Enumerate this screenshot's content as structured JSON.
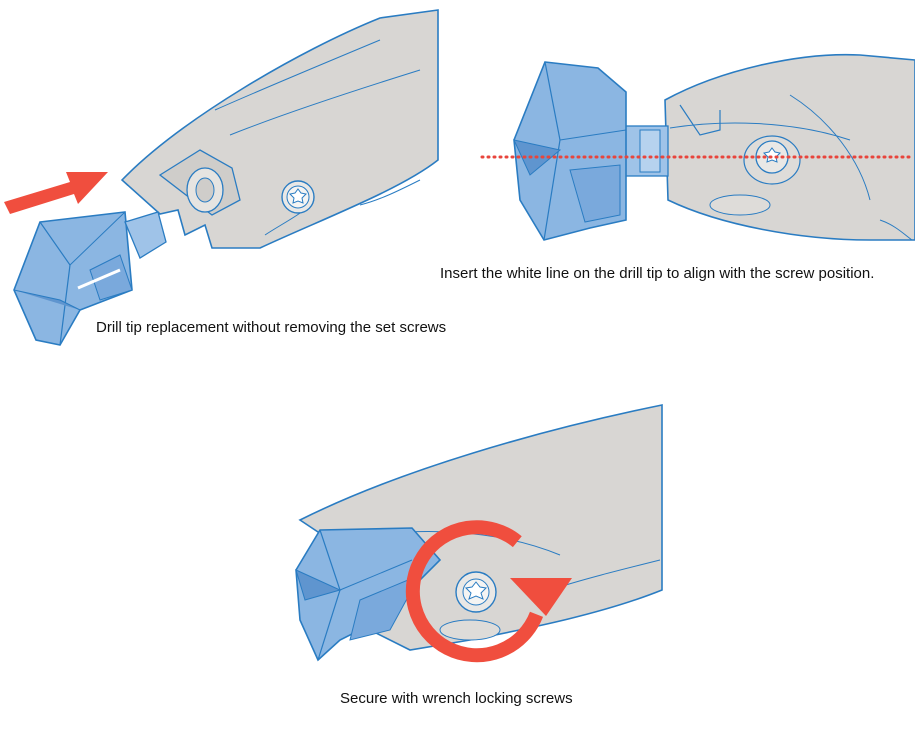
{
  "panels": [
    {
      "id": "panel-1",
      "caption": "Drill tip replacement without removing the set screws"
    },
    {
      "id": "panel-2",
      "caption": "Insert the white line on the drill tip to align with the screw position."
    },
    {
      "id": "panel-3",
      "caption": "Secure with wrench locking screws"
    }
  ],
  "colors": {
    "body_fill": "#d8d6d3",
    "outline": "#2a7cc2",
    "tip_fill": "#8bb6e2",
    "tip_dark": "#5f95cf",
    "arrow_red": "#f04e3e",
    "dotted_line": "#e8453c"
  },
  "icons": [
    "push-arrow-icon",
    "rotate-arrow-icon",
    "torx-screw-icon"
  ]
}
